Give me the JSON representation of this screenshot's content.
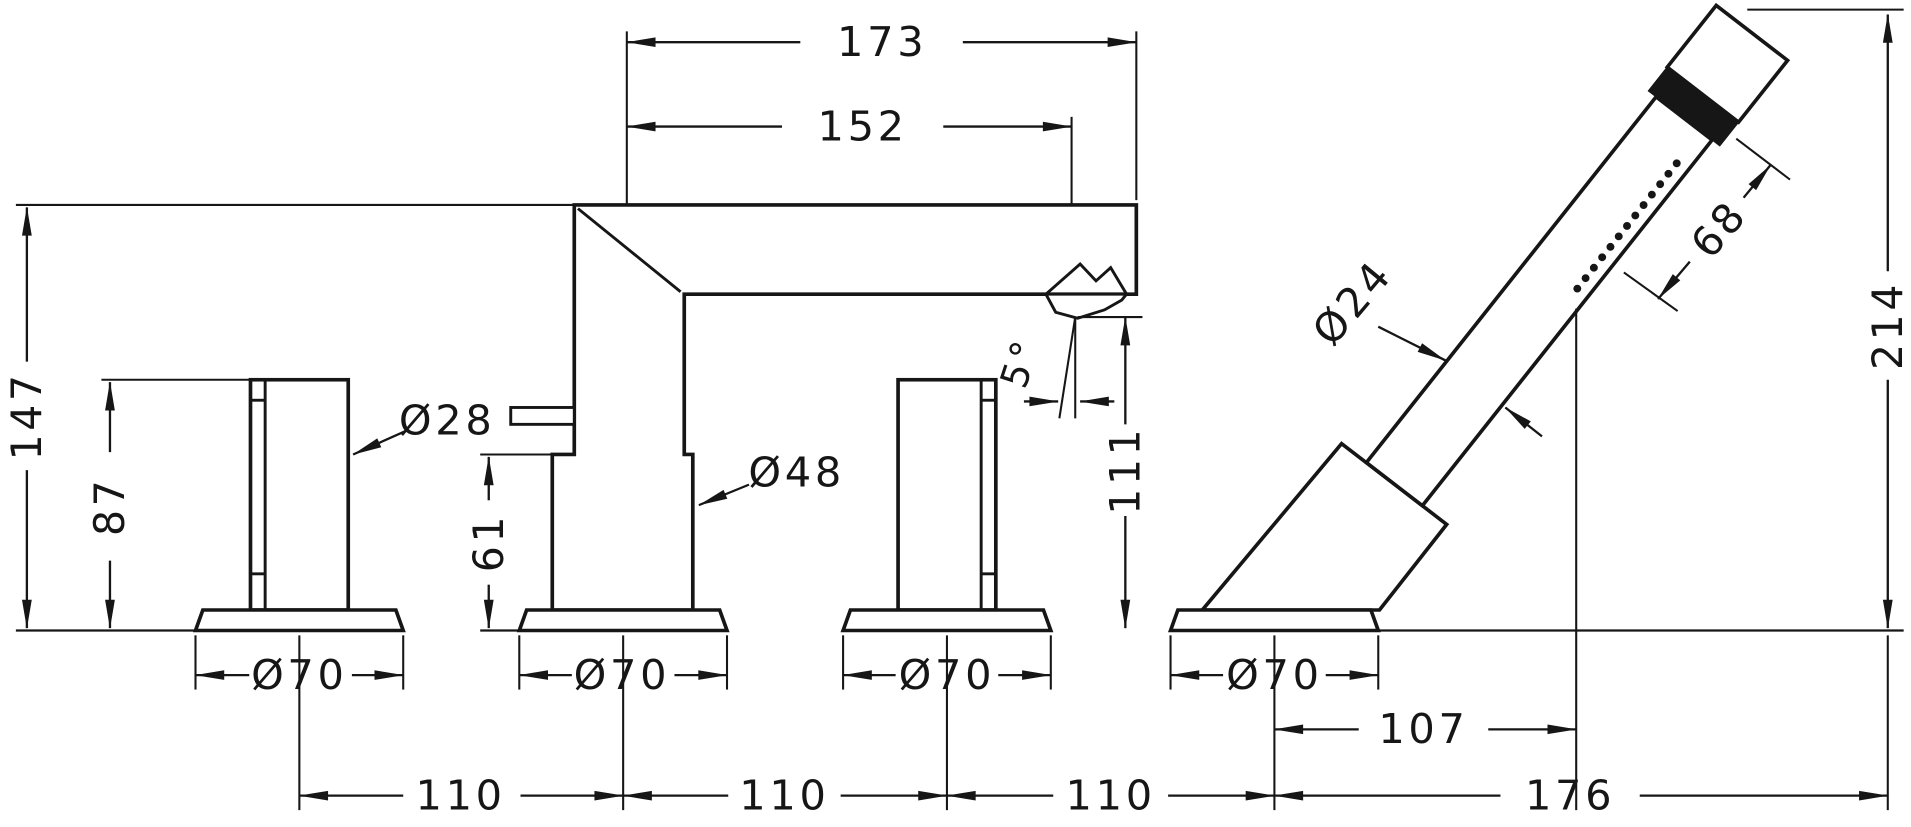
{
  "drawing": {
    "kind": "technical dimension drawing",
    "subject": "4-hole rim-mounted bath mixer with hand shower",
    "colors": {
      "ink": "#161616",
      "background": "#ffffff"
    },
    "labels": {
      "spout_reach": "173",
      "outlet_reach": "152",
      "height_overall": "147",
      "handle_height": "87",
      "handle_dia": "Ø28",
      "spout_base_dia": "Ø48",
      "base_height": "61",
      "spray_angle": "5°",
      "outlet_height": "111",
      "wand_dia": "Ø24",
      "head_length": "68",
      "shower_height": "214",
      "esc_left": "Ø70",
      "esc_spout": "Ø70",
      "esc_right": "Ø70",
      "esc_shower": "Ø70",
      "shower_offset": "107",
      "pitch_1": "110",
      "pitch_2": "110",
      "pitch_3": "110",
      "shower_span": "176"
    }
  }
}
